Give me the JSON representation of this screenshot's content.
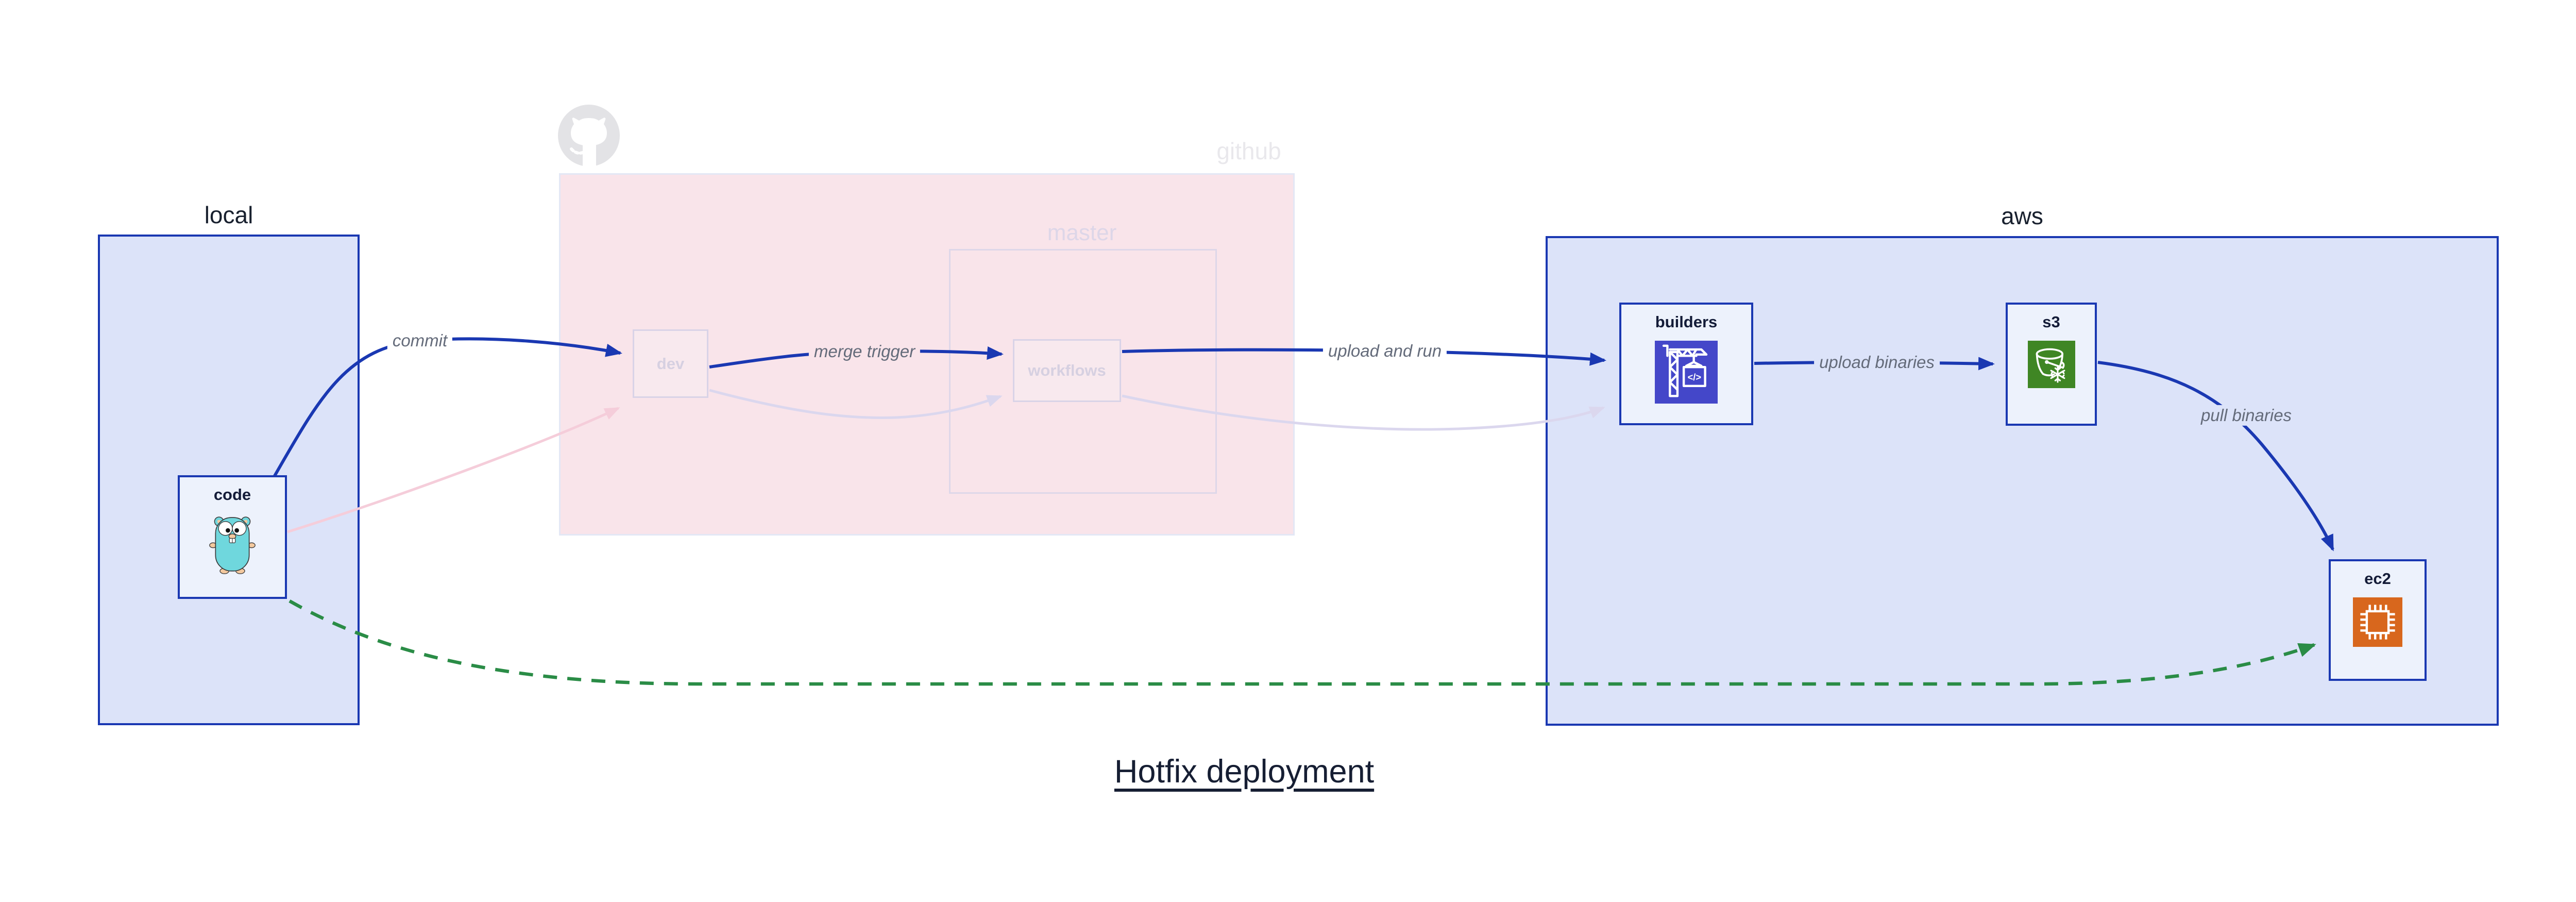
{
  "diagram": {
    "title": "Hotfix deployment",
    "groups": {
      "local": {
        "label": "local"
      },
      "github": {
        "label": "github",
        "master": {
          "label": "master"
        },
        "logo_icon": "github-octocat-icon"
      },
      "aws": {
        "label": "aws"
      }
    },
    "nodes": {
      "code": {
        "label": "code",
        "icon": "go-gopher-icon"
      },
      "dev": {
        "label": "dev"
      },
      "workflows": {
        "label": "workflows"
      },
      "builders": {
        "label": "builders",
        "icon": "codebuild-crane-icon"
      },
      "s3": {
        "label": "s3",
        "icon": "s3-glacier-bucket-icon"
      },
      "ec2": {
        "label": "ec2",
        "icon": "ec2-chip-icon"
      }
    },
    "edges": [
      {
        "from": "code",
        "to": "dev",
        "label": "commit",
        "style": "active"
      },
      {
        "from": "code",
        "to": "dev",
        "label": "",
        "style": "faded-pink"
      },
      {
        "from": "dev",
        "to": "workflows",
        "label": "merge trigger",
        "style": "active"
      },
      {
        "from": "dev",
        "to": "workflows",
        "label": "",
        "style": "faded-lavender"
      },
      {
        "from": "workflows",
        "to": "builders",
        "label": "upload and run",
        "style": "active"
      },
      {
        "from": "workflows",
        "to": "builders",
        "label": "",
        "style": "faded-lavender"
      },
      {
        "from": "builders",
        "to": "s3",
        "label": "upload binaries",
        "style": "active"
      },
      {
        "from": "s3",
        "to": "ec2",
        "label": "pull binaries",
        "style": "active"
      },
      {
        "from": "code",
        "to": "ec2",
        "label": "",
        "style": "hotfix-dashed"
      }
    ],
    "colors": {
      "active_edge": "#1a38b2",
      "hotfix_green": "#2a8c46",
      "faded_pink_edge": "#f5cdda",
      "faded_lavender_edge": "#dbd7ee",
      "group_fill": "#dce3f9",
      "node_fill": "#edf2fc",
      "github_fill": "#f9e4ea",
      "codebuild_icon_bg": "#4447c9",
      "s3_icon_bg": "#3f8624",
      "ec2_icon_bg": "#d8671d",
      "gopher_body": "#6fd7dd"
    }
  }
}
